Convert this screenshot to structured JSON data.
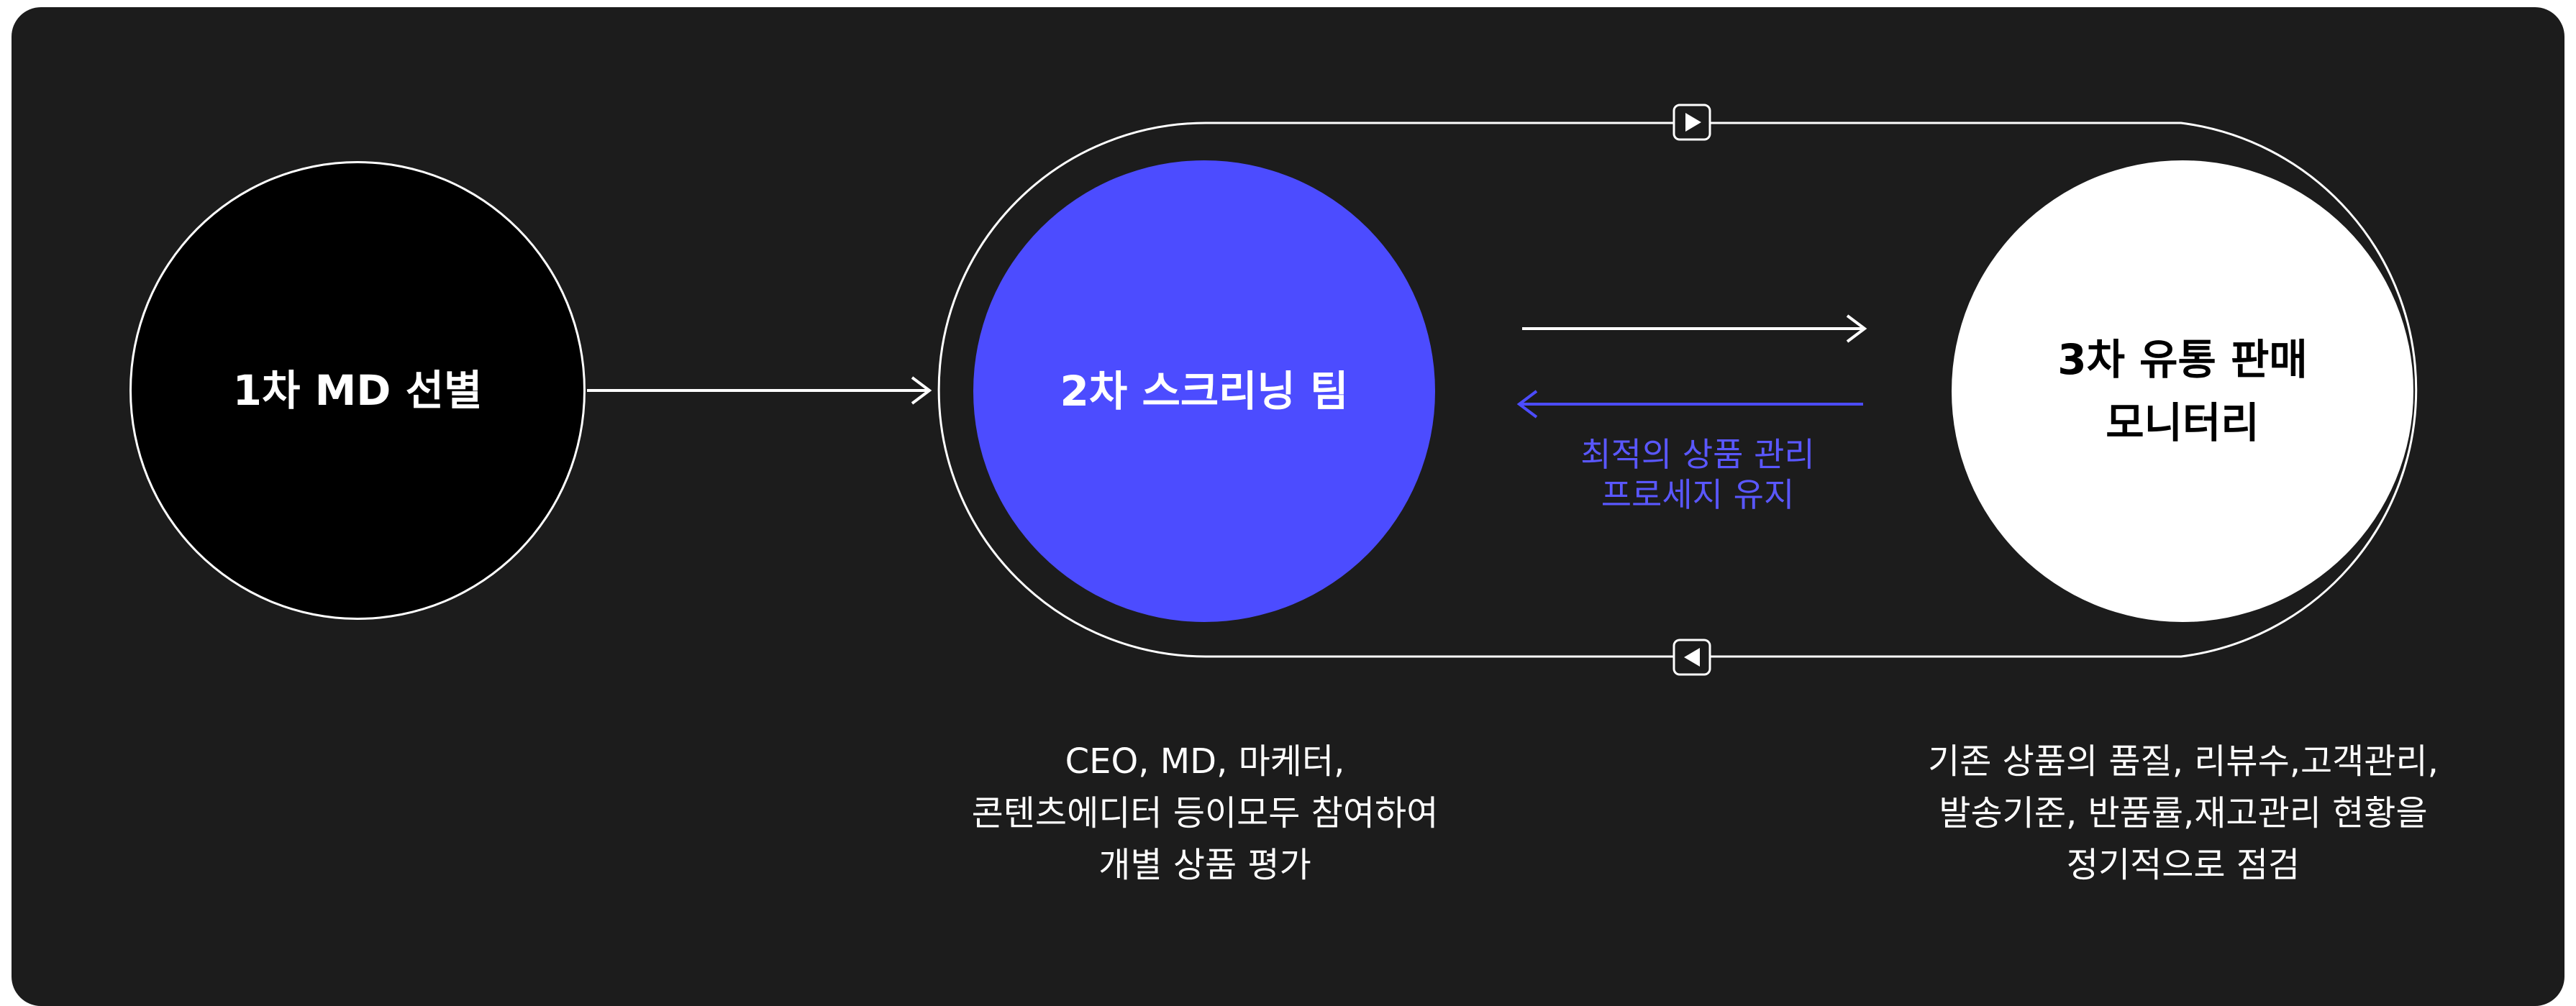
{
  "nodes": {
    "first": {
      "label": "1차 MD 선별"
    },
    "second": {
      "label": "2차 스크리닝 팀"
    },
    "third": {
      "label_lines": [
        "3차 유통 판매",
        "모니터리"
      ]
    }
  },
  "process": {
    "label_lines": [
      "최적의 상품 관리",
      "프로세지 유지"
    ]
  },
  "descriptions": {
    "second": [
      "CEO, MD, 마케터,",
      "콘텐츠에디터 등이모두 참여하여",
      "개별 상품 평가"
    ],
    "third": [
      "기존 상품의 품질, 리뷰수,고객관리,",
      "발송기준, 반품률,재고관리 현황을",
      "정기적으로 점검"
    ]
  },
  "colors": {
    "panel_background": "#1c1c1c",
    "first_node": "#000000",
    "second_node": "#4c4cff",
    "third_node": "#ffffff",
    "feedback_arrow": "#4c4cff",
    "line": "#ffffff"
  }
}
